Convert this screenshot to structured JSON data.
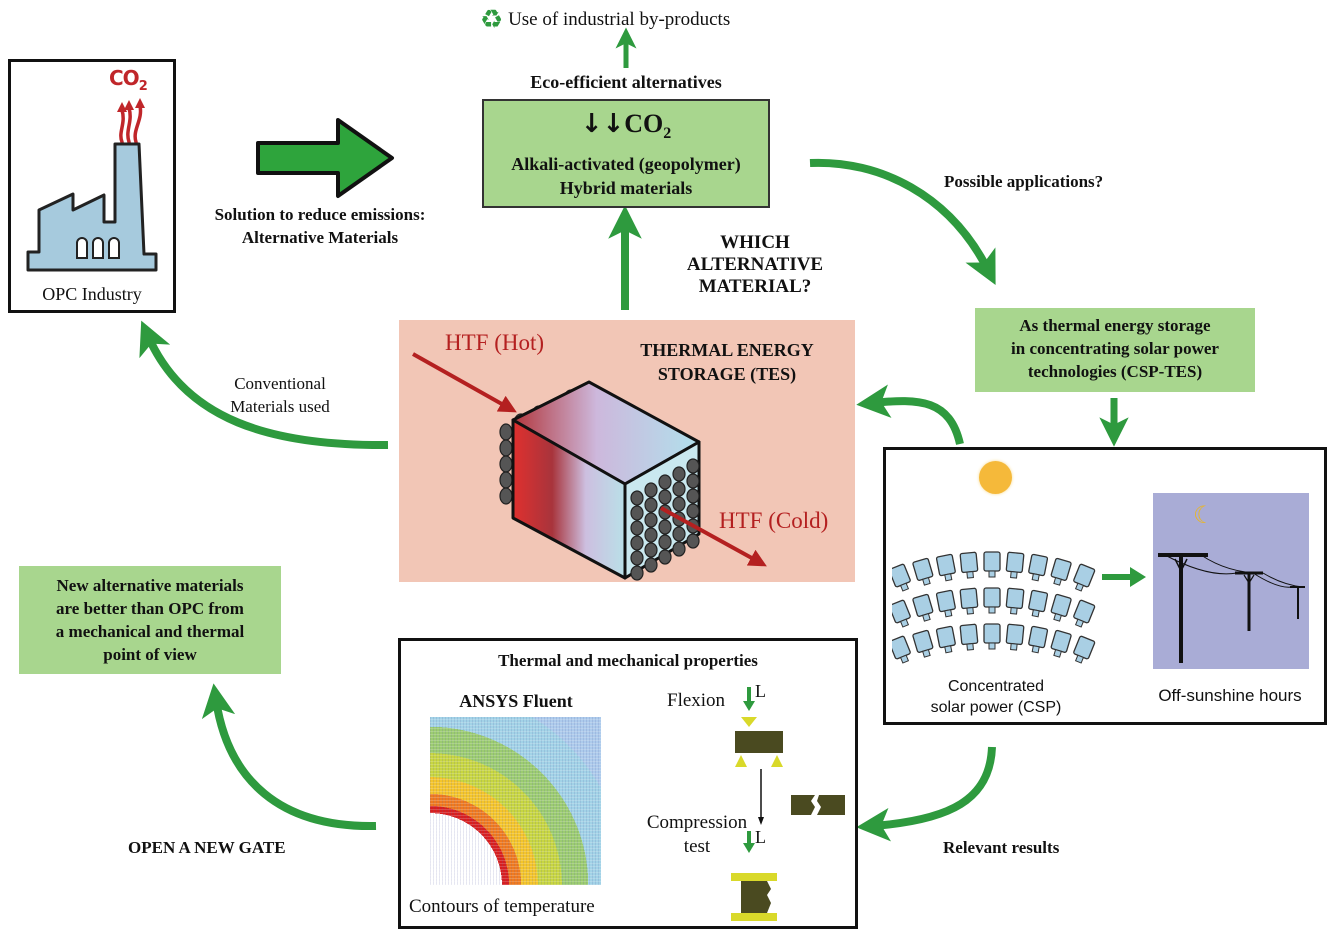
{
  "colors": {
    "arrow_green": "#2e9a3e",
    "box_green": "#a8d68e",
    "tes_bg": "#f2c6b6",
    "htf_red": "#b42020",
    "factory_blue": "#a6cadd",
    "night_sky": "#a9acd6",
    "sun": "#f5b93a",
    "specimen": "#4a4a20",
    "support_yellow": "#d9d92a"
  },
  "opc_industry": {
    "co2_label": "CO",
    "co2_subscript": "2",
    "caption": "OPC Industry",
    "icon": "factory-icon"
  },
  "solution": {
    "line1": "Solution to reduce emissions:",
    "line2": "Alternative Materials"
  },
  "by_products": {
    "icon": "recycle-icon",
    "label": "Use of industrial by-products"
  },
  "eco": {
    "title": "Eco-efficient alternatives",
    "co2_prefix": "↓↓",
    "co2_label": "CO",
    "co2_subscript": "2",
    "line1": "Alkali-activated (geopolymer)",
    "line2": "Hybrid materials"
  },
  "possible_applications": "Possible applications?",
  "which_material": {
    "line1": "WHICH",
    "line2": "ALTERNATIVE",
    "line3": "MATERIAL?"
  },
  "csp_tes_box": {
    "line1": "As thermal energy storage",
    "line2": "in concentrating solar power",
    "line3": "technologies (CSP-TES)"
  },
  "tes": {
    "title_line1": "THERMAL ENERGY",
    "title_line2": "STORAGE (TES)",
    "htf_hot": "HTF (Hot)",
    "htf_cold": "HTF (Cold)"
  },
  "conventional": {
    "line1": "Conventional",
    "line2": "Materials used"
  },
  "csp_panel": {
    "csp_line1": "Concentrated",
    "csp_line2": "solar power (CSP)",
    "off_sunshine": "Off-sunshine hours"
  },
  "new_materials": {
    "line1": "New alternative materials",
    "line2": "are better than OPC from",
    "line3": "a mechanical and thermal",
    "line4": "point of view"
  },
  "properties": {
    "title": "Thermal and mechanical properties",
    "ansys": "ANSYS Fluent",
    "contours": "Contours of temperature",
    "flexion": "Flexion",
    "compression_line1": "Compression",
    "compression_line2": "test",
    "load_label_1": "L",
    "load_label_2": "L"
  },
  "open_gate": "OPEN A NEW GATE",
  "relevant_results": "Relevant results"
}
